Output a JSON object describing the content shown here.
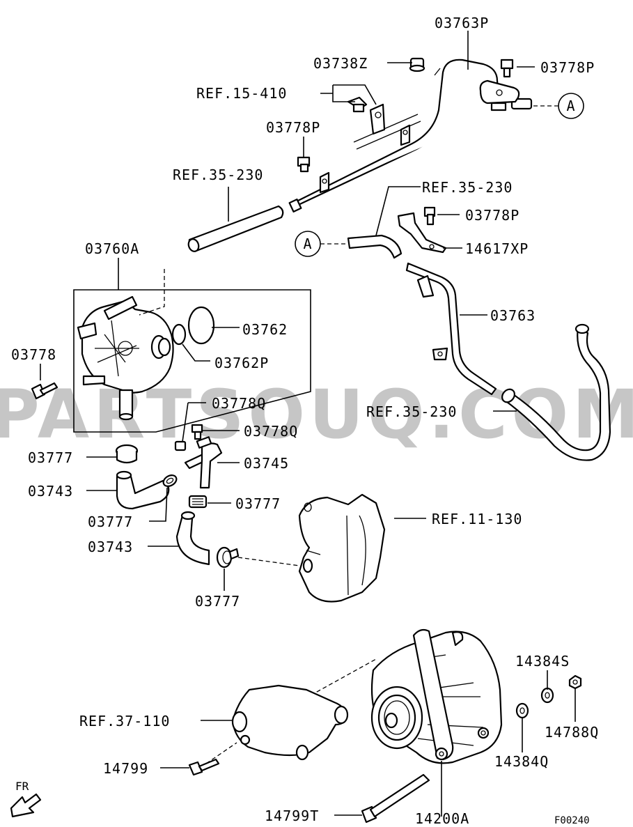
{
  "watermark": "PARTSOUQ.COM",
  "figure_code": "F00240",
  "direction_label": "FR",
  "reference_marker": "A",
  "callouts": {
    "p03763P": "03763P",
    "p03738Z": "03738Z",
    "p03778P_a": "03778P",
    "ref15_410": "REF.15-410",
    "p03778P_b": "03778P",
    "ref35_230_a": "REF.35-230",
    "ref35_230_b": "REF.35-230",
    "p03778P_c": "03778P",
    "p14617XP": "14617XP",
    "p03760A": "03760A",
    "p03762": "03762",
    "p03762P": "03762P",
    "p03763": "03763",
    "p03778": "03778",
    "p03778Q_a": "03778Q",
    "p03778Q_b": "03778Q",
    "ref35_230_c": "REF.35-230",
    "p03777_a": "03777",
    "p03745": "03745",
    "p03743_a": "03743",
    "p03777_b": "03777",
    "p03777_c": "03777",
    "ref11_130": "REF.11-130",
    "p03743_b": "03743",
    "p03777_d": "03777",
    "p14384S": "14384S",
    "ref37_110": "REF.37-110",
    "p14788Q": "14788Q",
    "p14384Q": "14384Q",
    "p14799": "14799",
    "p14799T": "14799T",
    "p14200A": "14200A"
  }
}
